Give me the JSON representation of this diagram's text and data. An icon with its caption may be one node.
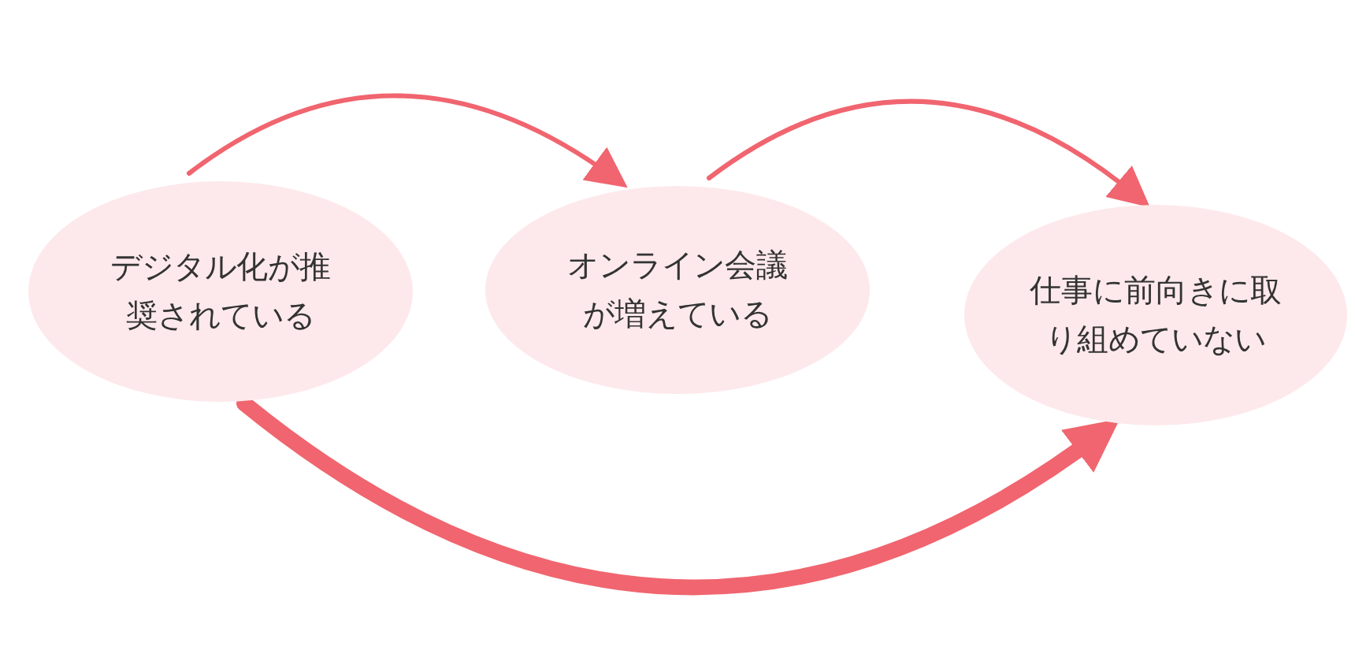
{
  "diagram": {
    "nodes": [
      {
        "text": [
          "デジタル化が推奨されている"
        ]
      },
      {
        "text": [
          "オンライン会議が増えている"
        ]
      },
      {
        "text": [
          "仕事に前向きに取り組めていない"
        ]
      }
    ],
    "edges": [
      {
        "from": 0,
        "to": 1,
        "arrow": "to"
      },
      {
        "from": 1,
        "to": 2,
        "arrow": "to"
      },
      {
        "from": 0,
        "to": 2,
        "arrow": "to",
        "style": "thick"
      }
    ]
  }
}
